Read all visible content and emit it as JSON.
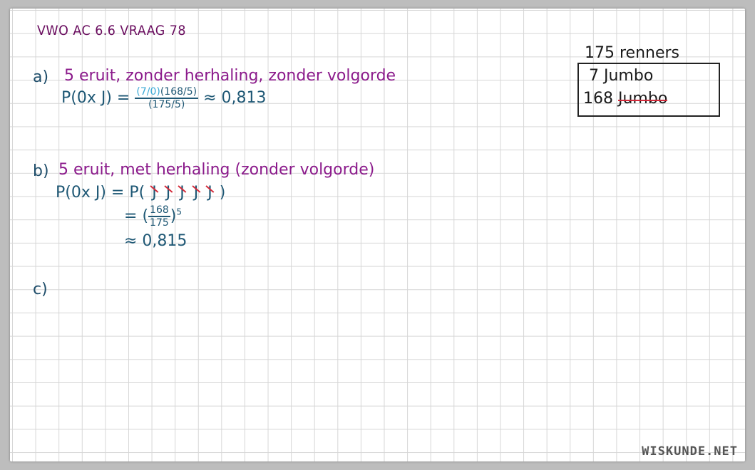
{
  "title": "VWO AC 6.6 VRAAG 78",
  "part_a": {
    "label": "a)",
    "heading": "5 eruit, zonder herhaling, zonder volgorde",
    "lhs": "P(0x J) =",
    "num_left": "(7/0)",
    "num_right": "(168/5)",
    "den": "(175/5)",
    "result": "≈ 0,813"
  },
  "part_b": {
    "label": "b)",
    "heading": "5 eruit, met herhaling (zonder volgorde)",
    "line1_lhs": "P(0x J) = P(",
    "line1_js": [
      "J",
      "J",
      "J",
      "J",
      "J"
    ],
    "line1_rhs": ")",
    "line2_prefix": "=",
    "line2_num": "168",
    "line2_den": "175",
    "line2_exp": "5",
    "line3": "≈ 0,815"
  },
  "part_c": {
    "label": "c)"
  },
  "box": {
    "caption": "175 renners",
    "row1_count": "7",
    "row1_label": "Jumbo",
    "row2_count": "168",
    "row2_label": "Jumbo"
  },
  "watermark": "WISKUNDE.NET",
  "colors": {
    "purple": "#8b1a8b",
    "blue": "#1f5875",
    "cyan": "#3aa9d6",
    "red": "#d42a3a"
  }
}
